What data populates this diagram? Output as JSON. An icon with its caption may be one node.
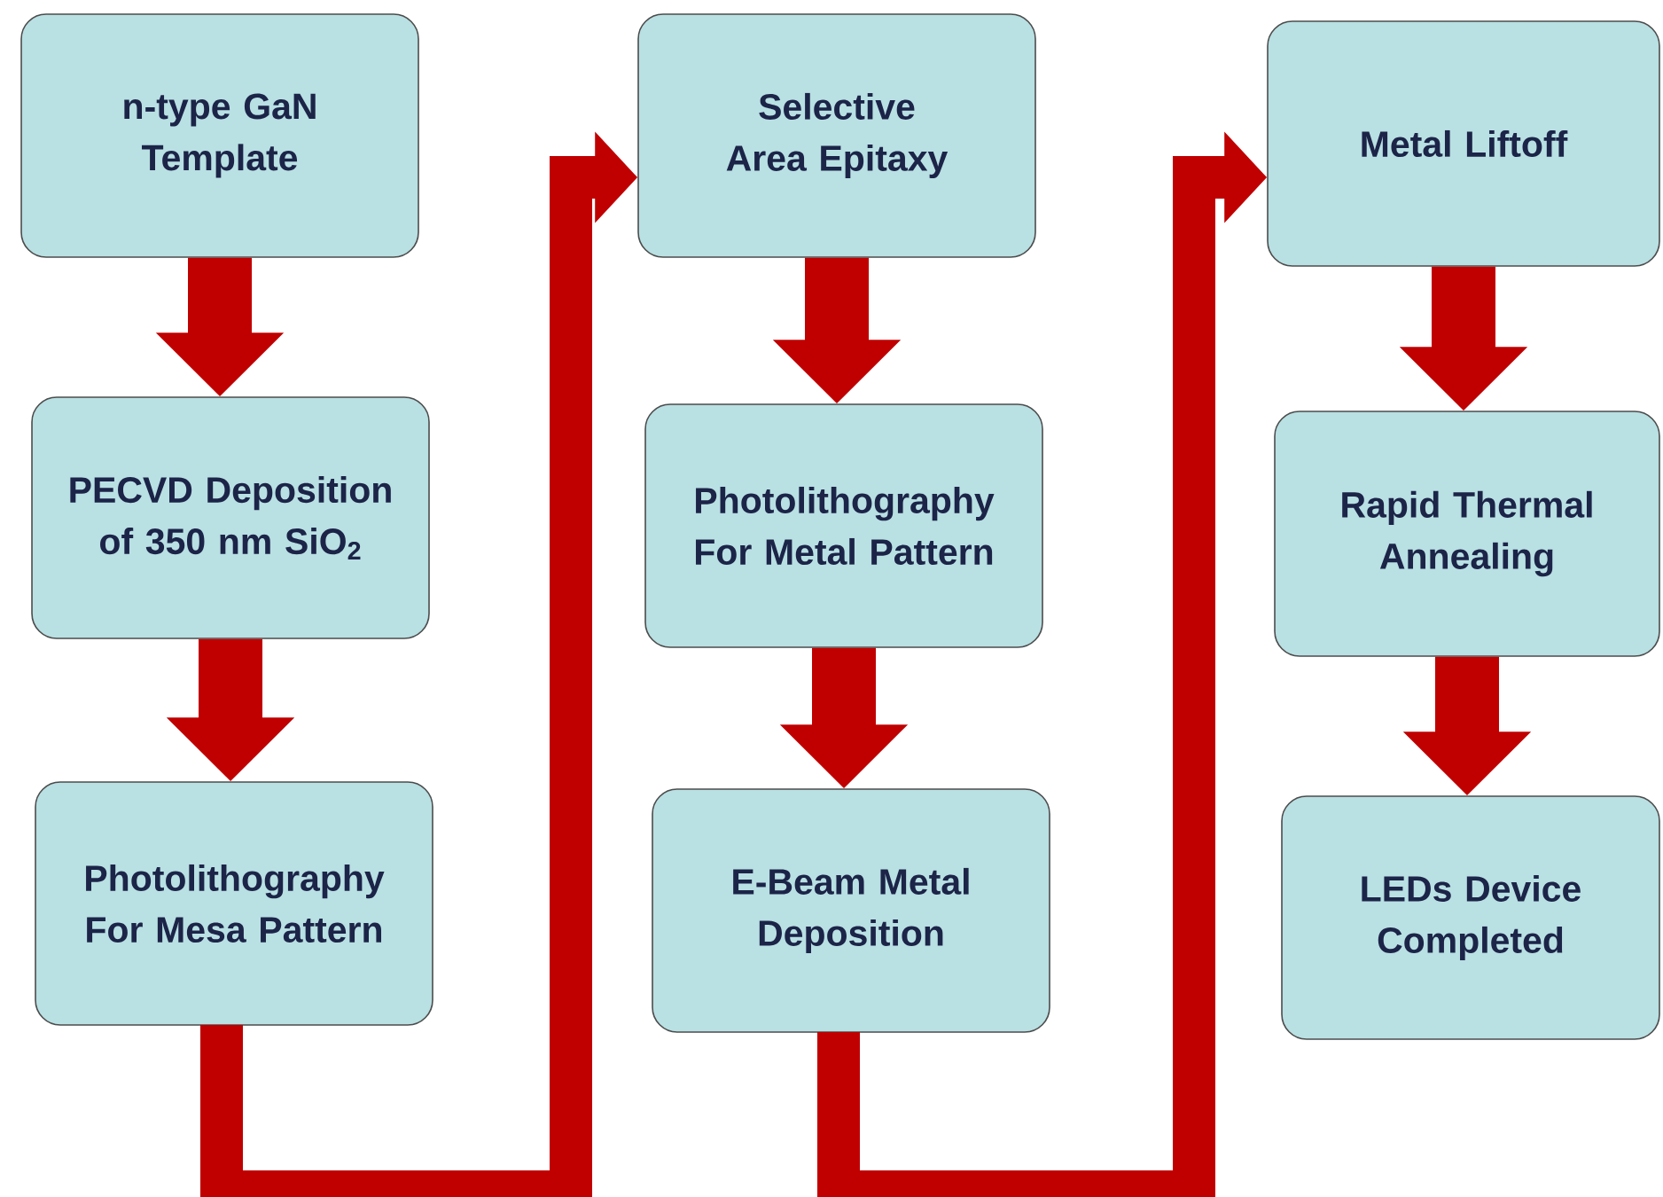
{
  "diagram": {
    "nodes": [
      {
        "text": [
          "n-type GaN Template"
        ]
      },
      {
        "text": [
          "PECVD Deposition of 350 nm SiO$_{2}$"
        ]
      },
      {
        "text": [
          "Photolithography For Mesa Pattern"
        ]
      },
      {
        "text": [
          "Selective Area Epitaxy"
        ]
      },
      {
        "text": [
          "Photolithography For Metal Pattern"
        ]
      },
      {
        "text": [
          "E-Beam Metal Deposition"
        ]
      },
      {
        "text": [
          "Metal Liftoff"
        ]
      },
      {
        "text": [
          "Rapid Thermal Annealing"
        ]
      },
      {
        "text": [
          "LEDs Device Completed"
        ]
      }
    ],
    "edges": [
      {
        "from": 0,
        "to": 1,
        "arrow": "to"
      },
      {
        "from": 1,
        "to": 2,
        "arrow": "to"
      },
      {
        "from": 2,
        "to": 3,
        "arrow": "to"
      },
      {
        "from": 3,
        "to": 4,
        "arrow": "to"
      },
      {
        "from": 4,
        "to": 5,
        "arrow": "to"
      },
      {
        "from": 5,
        "to": 6,
        "arrow": "to"
      },
      {
        "from": 6,
        "to": 7,
        "arrow": "to"
      },
      {
        "from": 7,
        "to": 8,
        "arrow": "to"
      }
    ]
  }
}
